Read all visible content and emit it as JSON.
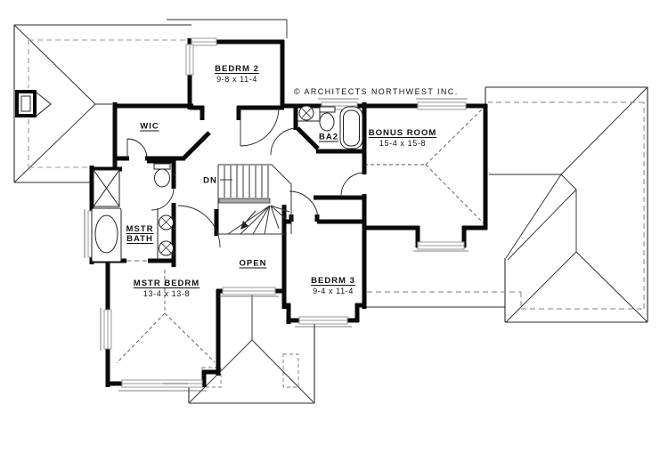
{
  "plan": {
    "copyright_label": "© ARCHITECTS NORTHWEST INC.",
    "stairs": {
      "label": "DN"
    },
    "rooms": [
      {
        "name": "BEDRM 2",
        "dims": "9-8 x 11-4"
      },
      {
        "name": "WIC",
        "dims": ""
      },
      {
        "name": "BA2",
        "dims": ""
      },
      {
        "name": "BONUS ROOM",
        "dims": "15-4 x 15-8"
      },
      {
        "name": "MSTR BATH",
        "dims": ""
      },
      {
        "name": "OPEN",
        "dims": ""
      },
      {
        "name": "MSTR BEDRM",
        "dims": "13-4 x 13-8"
      },
      {
        "name": "BEDRM 3",
        "dims": "9-4 x 11-4"
      }
    ],
    "colors": {
      "wall": "#0a0a0a",
      "roof_line": "#2a2a2a",
      "window": "#9a9a9a",
      "overhang_dash": "#999999",
      "ceiling_dash": "#555555"
    }
  }
}
